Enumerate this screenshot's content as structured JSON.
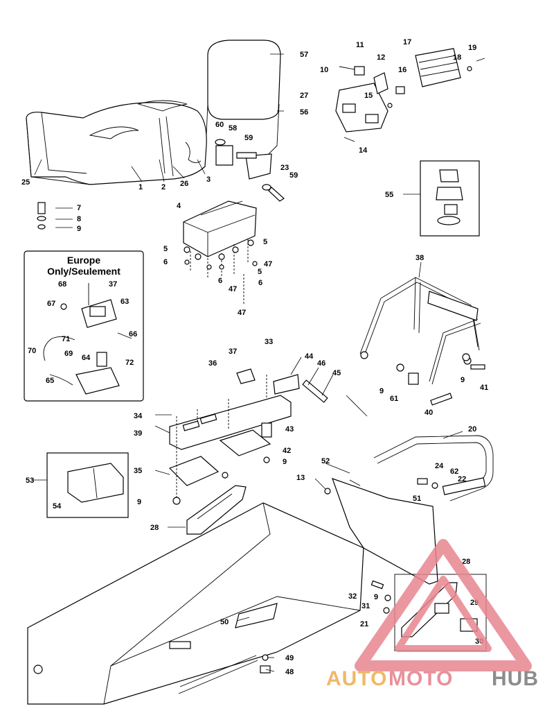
{
  "inset": {
    "title_line1": "Europe",
    "title_line2": "Only/Seulement"
  },
  "labels": {
    "l1": "1",
    "l2": "2",
    "l3": "3",
    "l4": "4",
    "l5a": "5",
    "l5b": "5",
    "l5c": "5",
    "l6a": "6",
    "l6b": "6",
    "l6c": "6",
    "l7": "7",
    "l8": "8",
    "l9a": "9",
    "l9b": "9",
    "l9c": "9",
    "l9d": "9",
    "l9e": "9",
    "l9f": "9",
    "l10": "10",
    "l11": "11",
    "l12": "12",
    "l13": "13",
    "l14": "14",
    "l15": "15",
    "l16": "16",
    "l17": "17",
    "l18": "18",
    "l19": "19",
    "l20": "20",
    "l21": "21",
    "l22": "22",
    "l23": "23",
    "l24": "24",
    "l25": "25",
    "l26": "26",
    "l27": "27",
    "l28a": "28",
    "l28b": "28",
    "l29": "29",
    "l30": "30",
    "l31": "31",
    "l32": "32",
    "l33": "33",
    "l34": "34",
    "l35": "35",
    "l36": "36",
    "l37a": "37",
    "l37b": "37",
    "l38": "38",
    "l39": "39",
    "l40": "40",
    "l41": "41",
    "l42": "42",
    "l43": "43",
    "l44": "44",
    "l45": "45",
    "l46": "46",
    "l47a": "47",
    "l47b": "47",
    "l47c": "47",
    "l48": "48",
    "l49": "49",
    "l50": "50",
    "l51": "51",
    "l52": "52",
    "l53": "53",
    "l54": "54",
    "l55": "55",
    "l56": "56",
    "l57": "57",
    "l58": "58",
    "l59a": "59",
    "l59b": "59",
    "l60": "60",
    "l61": "61",
    "l62": "62",
    "l63": "63",
    "l64": "64",
    "l65": "65",
    "l66": "66",
    "l67": "67",
    "l68": "68",
    "l69": "69",
    "l70": "70",
    "l71": "71",
    "l72": "72"
  },
  "watermark": {
    "part1": "AUTO",
    "part2": "MOTO",
    "part3": "HUB",
    "color_orange": "#f0b86a",
    "color_red": "#e9909b",
    "color_gray": "#8c8c8c"
  }
}
